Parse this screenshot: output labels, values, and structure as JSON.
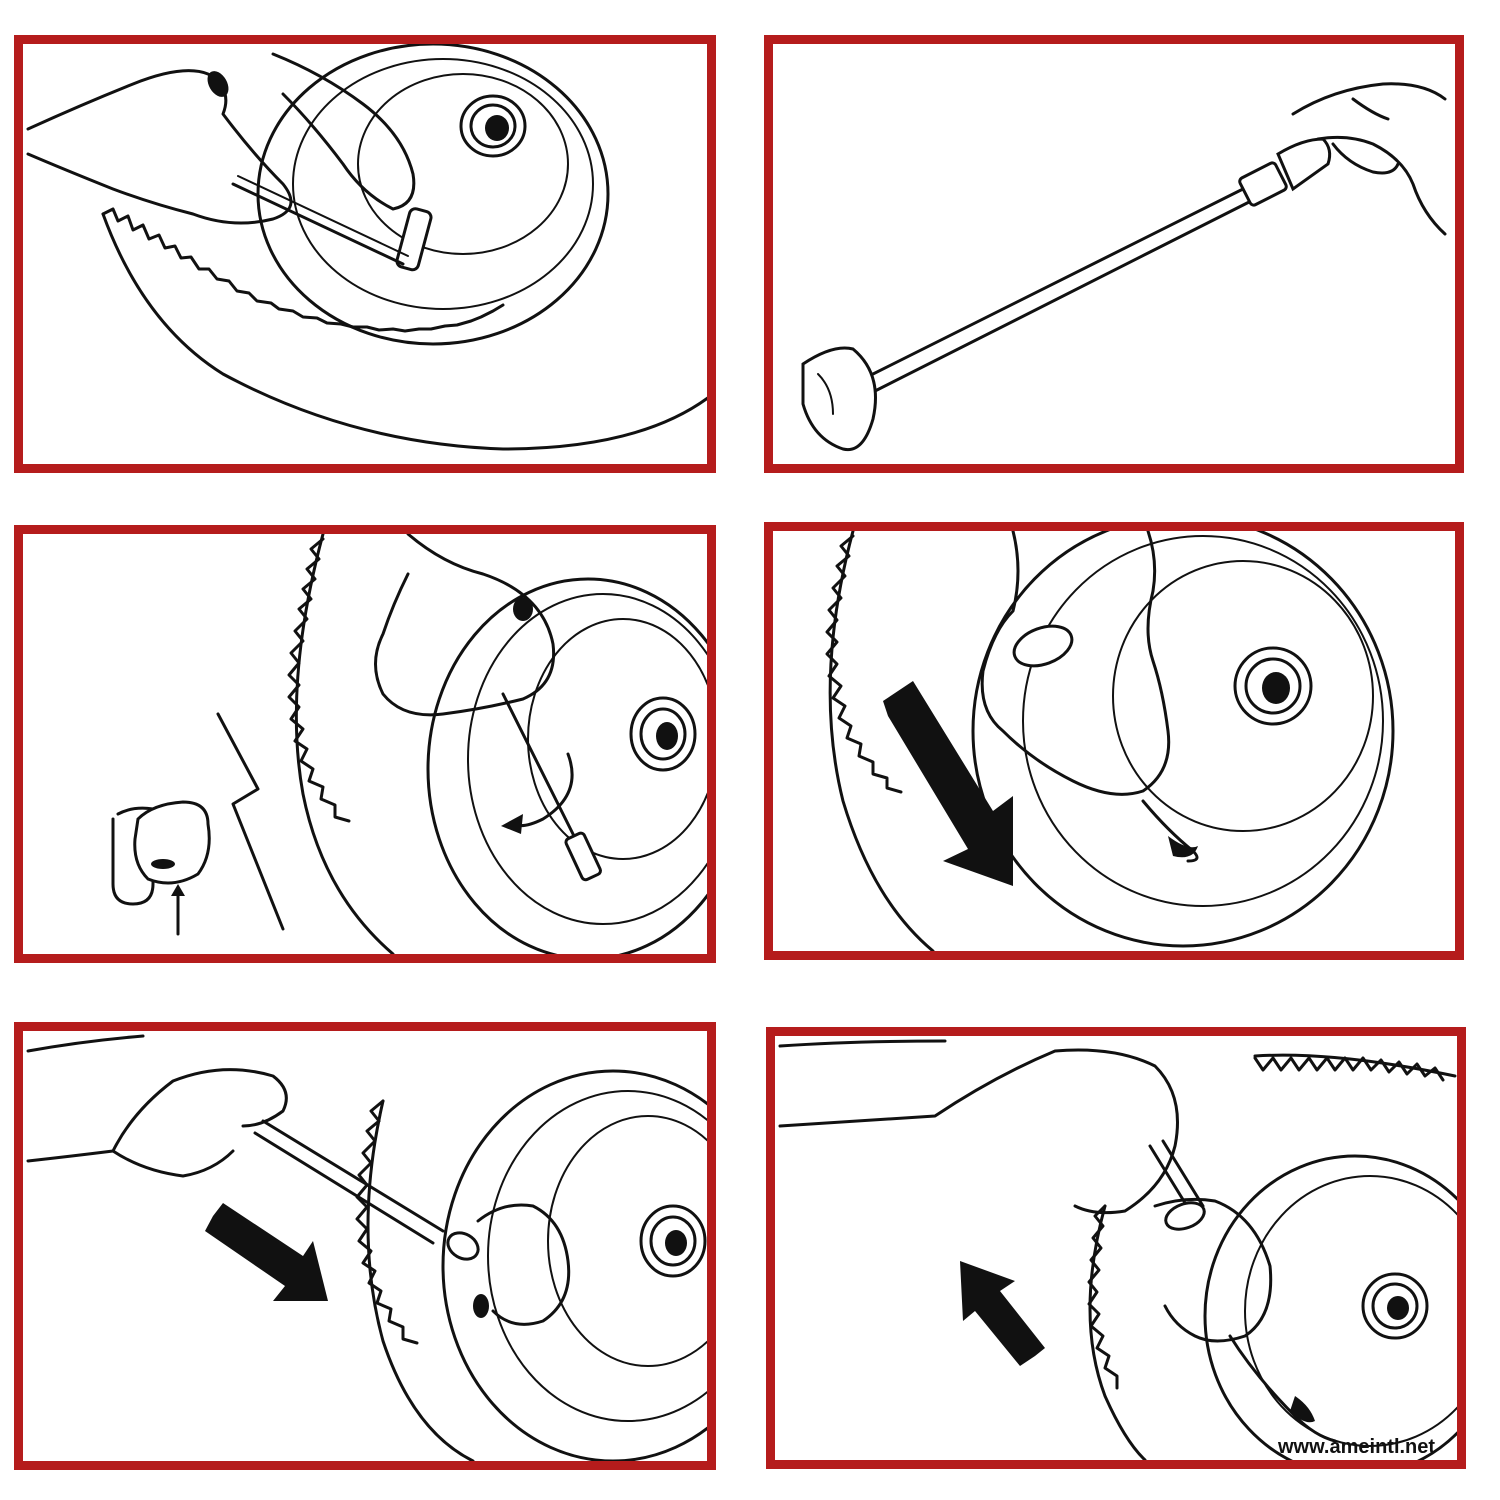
{
  "watermark": "www.ameintl.net",
  "colors": {
    "frame": "#b51c1c",
    "ink": "#111111",
    "background": "#ffffff"
  },
  "panels": [
    {
      "id": 1,
      "depicts": "remove-valve-core"
    },
    {
      "id": 2,
      "depicts": "injector-tool"
    },
    {
      "id": 3,
      "depicts": "valve-stem-clip"
    },
    {
      "id": 4,
      "depicts": "press-down"
    },
    {
      "id": 5,
      "depicts": "insert-tool"
    },
    {
      "id": 6,
      "depicts": "pull-up"
    }
  ]
}
